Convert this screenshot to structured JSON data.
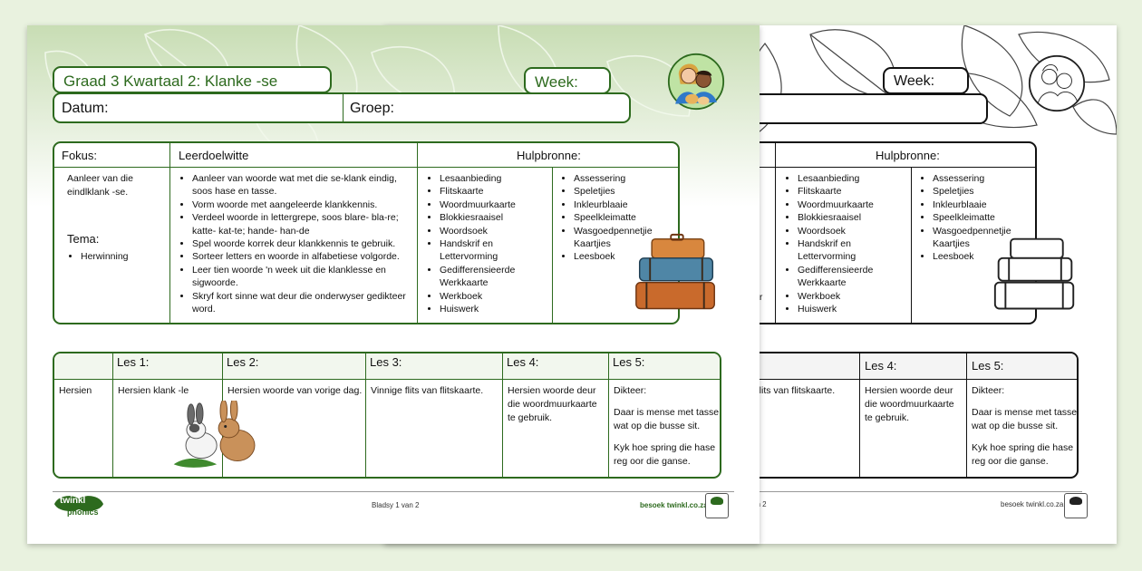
{
  "header": {
    "title": "Graad 3 Kwartaal 2: Klanke -se",
    "week_label": "Week:",
    "date_label": "Datum:",
    "group_label": "Groep:"
  },
  "focus_table": {
    "col_fokus": "Fokus:",
    "col_goals": "Leerdoelwitte",
    "col_resources": "Hulpbronne:",
    "fokus_lines": [
      "Aanleer van die",
      "eindlklank -se."
    ],
    "tema_label": "Tema:",
    "tema_items": [
      "Herwinning"
    ],
    "goals": [
      "Aanleer van woorde wat met die se-klank eindig,",
      "soos hase en tasse.",
      "Vorm woorde met aangeleerde klankkennis.",
      "Verdeel woorde in lettergrepe, soos blare- bla-re;",
      "katte- kat-te; hande- han-de",
      "Spel woorde korrek deur klankkennis te gebruik.",
      "Sorteer letters en woorde in alfabetiese volgorde.",
      "Leer tien woorde 'n week uit die klanklesse en",
      "sigwoorde.",
      "Skryf kort sinne wat deur die onderwyser gedikteer",
      "word."
    ],
    "resources_left": [
      "Lesaanbieding",
      "Flitskaarte",
      "Woordmuurkaarte",
      " Blokkiesraaisel",
      "Woordsoek",
      "Handskrif en",
      "Lettervorming",
      "Gedifferensieerde",
      "Werkkaarte",
      "Werkboek",
      "Huiswerk"
    ],
    "resources_right": [
      "Assessering",
      "Speletjies",
      "Inkleurblaaie",
      "Speelkleimatte",
      "Wasgoedpennetjie",
      "Kaartjies",
      "Leesboek"
    ]
  },
  "lesson_table": {
    "headers": [
      "",
      "Les 1:",
      "Les 2:",
      "Les 3:",
      "Les 4:",
      "Les 5:"
    ],
    "row_label": "Hersien",
    "les1": [
      "Hersien klank -le"
    ],
    "les2": [
      "Hersien woorde van vorige dag."
    ],
    "les3": [
      "Vinnige flits van flitskaarte."
    ],
    "les4": [
      "Hersien woorde deur",
      "die woordmuurkaarte",
      "te gebruik."
    ],
    "les5_title": "Dikteer:",
    "les5_a": [
      "Daar is mense met tasse",
      "wat op die busse sit."
    ],
    "les5_b": [
      "Kyk hoe spring die hase",
      "reg oor die ganse."
    ]
  },
  "back_page": {
    "les3_partial": "e flits van flitskaarte.",
    "goal_partial": "er",
    "page_partial": "an 2"
  },
  "footer": {
    "page": "Bladsy 1 van 2",
    "link": "besoek twinkl.co.za",
    "brand_top": "twinkl",
    "brand_bottom": "phonics"
  },
  "colors": {
    "accent": "#2d6a1e",
    "background": "#e9f2df"
  },
  "icons": [
    "suitcase-stack-illustration",
    "rabbits-illustration",
    "children-avatar-illustration",
    "twinkl-logo",
    "quality-badge-icon"
  ]
}
